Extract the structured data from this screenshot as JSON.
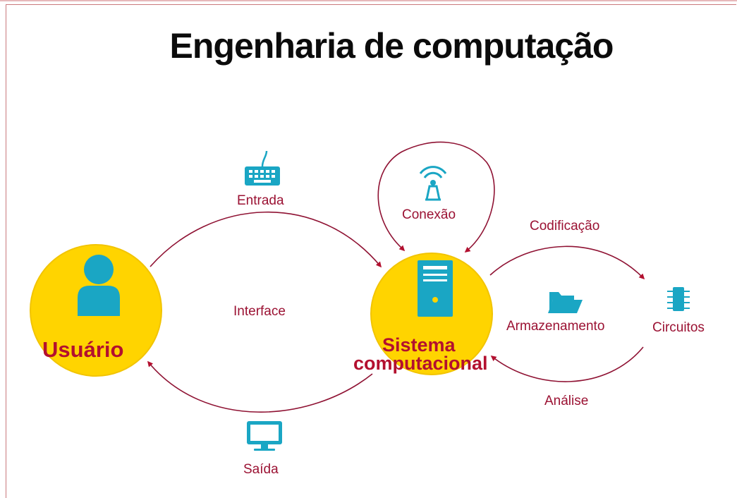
{
  "title": "Engenharia de computação",
  "nodes": {
    "usuario": "Usuário",
    "sistema_line1": "Sistema",
    "sistema_line2": "computacional",
    "circuitos": "Circuitos"
  },
  "edges": {
    "entrada": "Entrada",
    "saida": "Saída",
    "interface": "Interface",
    "conexao": "Conexão",
    "codificacao": "Codificação",
    "analise": "Análise",
    "armazenamento": "Armazenamento"
  },
  "icons": {
    "user": "user-icon",
    "server": "server-icon",
    "keyboard": "keyboard-icon",
    "monitor": "monitor-icon",
    "antenna": "antenna-icon",
    "folder": "folder-icon",
    "chip": "chip-icon"
  },
  "colors": {
    "circle_fill": "#ffd400",
    "arrow": "#8f1233",
    "icon": "#1aa6c4",
    "label": "#9b1233"
  }
}
